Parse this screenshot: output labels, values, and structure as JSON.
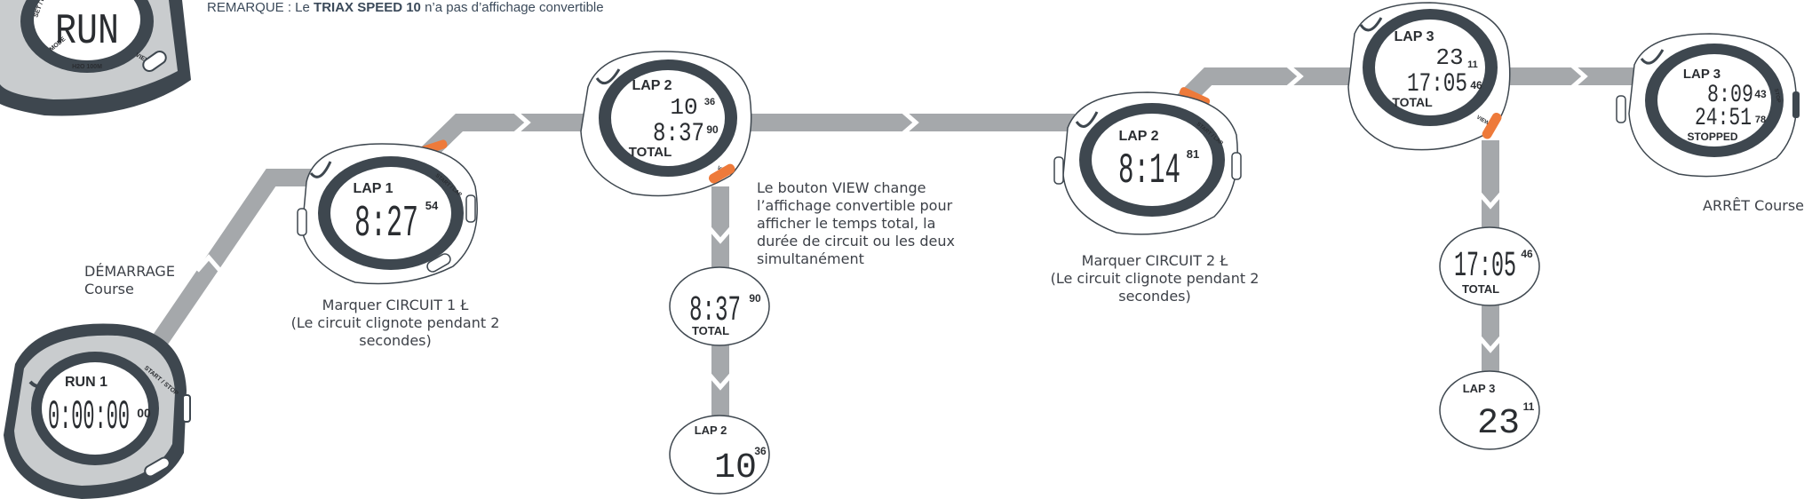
{
  "note": {
    "prefix": "REMARQUE : Le ",
    "product": "TRIAX SPEED 10",
    "suffix": " n’a pas d’affichage convertible"
  },
  "captions": {
    "start": [
      "DÉMARRAGE",
      "Course"
    ],
    "lap1": [
      "Marquer CIRCUIT 1 Ł",
      "(Le circuit clignote pendant 2 secondes)"
    ],
    "view": [
      "Le bouton VIEW change",
      "l’affichage convertible pour",
      "afficher le temps total, la",
      "durée de circuit ou les deux",
      "simultanément"
    ],
    "lap2": [
      "Marquer CIRCUIT 2 Ł",
      "(Le circuit clignote pendant 2 secondes)"
    ],
    "stop": [
      "ARRÊT Course"
    ]
  },
  "watches": {
    "run": {
      "label": "RUN",
      "bezel_left": "SET / LIGHT",
      "bezel_right": "VIEW",
      "bottom_left": "MODE",
      "bottom": "H2O 100M"
    },
    "start": {
      "label": "RUN 1",
      "main": "0:00:00",
      "small": "00",
      "bezel_right": "START / STOP"
    },
    "lap1": {
      "label": "LAP 1",
      "main": "8:27",
      "small": "54",
      "bezel_right": "START / LAP"
    },
    "lap2_both": {
      "label": "LAP 2",
      "line1": "10",
      "line1_small": "36",
      "line2": "8:37",
      "line2_small": "90",
      "line3": "TOTAL",
      "bezel_right": "VIEW"
    },
    "total_only_1": {
      "main": "8:37",
      "small": "90",
      "label": "TOTAL"
    },
    "lap_only_1": {
      "label": "LAP 2",
      "main": "10",
      "small": "36"
    },
    "lap2": {
      "label": "LAP 2",
      "main": "8:14",
      "small": "81",
      "bezel_right": "START / LAP"
    },
    "lap3_both": {
      "label": "LAP 3",
      "line1": "23",
      "line1_small": "11",
      "line2": "17:05",
      "line2_small": "46",
      "line3": "TOTAL",
      "bezel_right": "VIEW"
    },
    "total_only_2": {
      "main": "17:05",
      "small": "46",
      "label": "TOTAL"
    },
    "lap_only_2": {
      "label": "LAP 3",
      "main": "23",
      "small": "11"
    },
    "stopped": {
      "label": "LAP 3",
      "line1": "8:09",
      "line1_small": "43",
      "line2": "24:51",
      "line2_small": "78",
      "line3": "STOPPED",
      "bezel_right": "STOP"
    }
  },
  "colors": {
    "path": "#a5a8ab",
    "button": "#ee7a3a",
    "dark": "#3e474f",
    "silver": "#c9ccce",
    "text": "#3d4148"
  }
}
